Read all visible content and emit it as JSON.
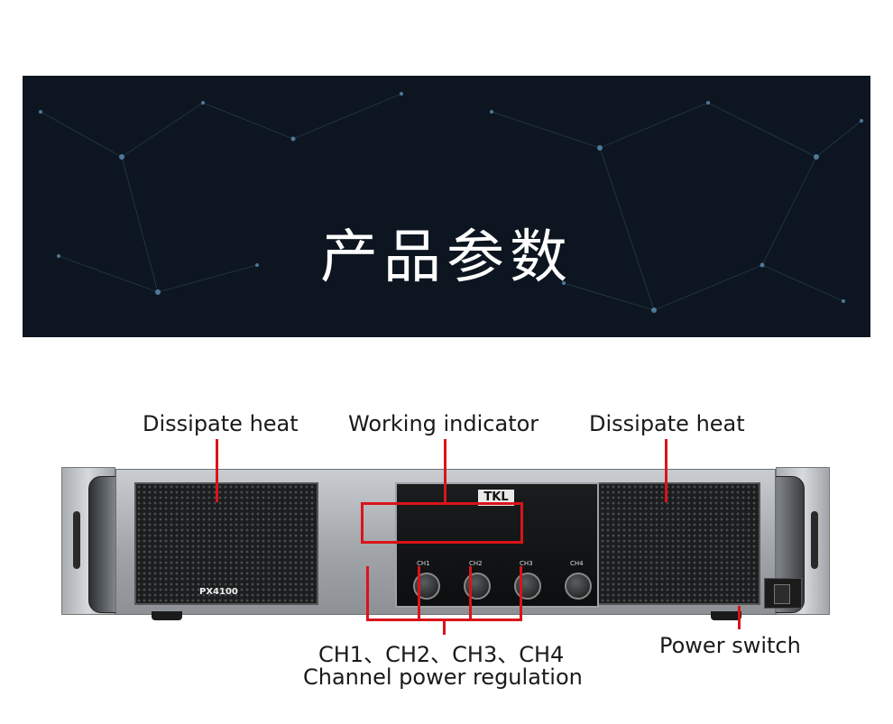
{
  "banner": {
    "title": "产品参数",
    "background_color": "#0d1620"
  },
  "labels": {
    "dissipate_left": "Dissipate heat",
    "working_indicator": "Working indicator",
    "dissipate_right": "Dissipate heat",
    "channels": "CH1、CH2、CH3、CH4",
    "channel_power": "Channel power regulation",
    "power_switch": "Power switch"
  },
  "amplifier": {
    "brand": "TKL",
    "model": "PX4100",
    "channel_labels": [
      "CH1",
      "CH2",
      "CH3",
      "CH4"
    ]
  },
  "colors": {
    "annotation": "#d9141a"
  }
}
